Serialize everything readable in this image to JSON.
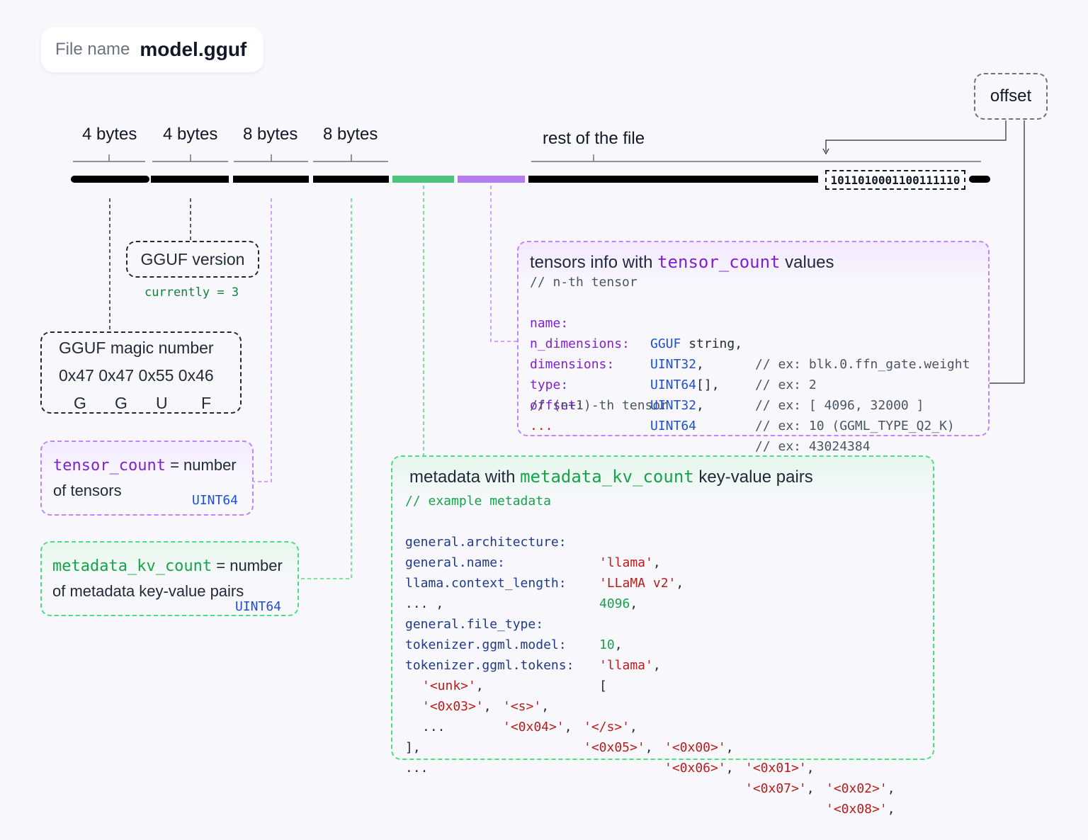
{
  "file": {
    "label": "File name",
    "name": "model.gguf"
  },
  "segments": {
    "sizes": [
      "4 bytes",
      "4 bytes",
      "8 bytes",
      "8 bytes"
    ],
    "rest": "rest of the file",
    "offset": "offset",
    "binary": "1011010001100111110",
    "colors": {
      "bar": "#000000",
      "metadata": "#4cc27a",
      "tensors": "#b57cf0"
    }
  },
  "version": {
    "title": "GGUF version",
    "note": "currently = 3"
  },
  "magic": {
    "title": "GGUF magic number",
    "hex": "0x47 0x47 0x55 0x46",
    "chars": [
      "G",
      "G",
      "U",
      "F"
    ]
  },
  "tensor_count": {
    "code": "tensor_count",
    "eq": "= number",
    "rest": "of tensors",
    "type": "UINT64"
  },
  "metadata_kv_count": {
    "code": "metadata_kv_count",
    "eq": "= number",
    "rest": "of metadata key-value pairs",
    "type": "UINT64"
  },
  "tensors_info": {
    "title_pre": "tensors info with",
    "title_code": "tensor_count",
    "title_post": "values",
    "comment_top": "// n-th tensor",
    "rows": [
      {
        "key": "name:",
        "type": "GGUF",
        "type_rest": " string,",
        "comment": "// ex: blk.0.ffn_gate.weight"
      },
      {
        "key": "n_dimensions:",
        "type": "UINT32",
        "type_rest": ",",
        "comment": "// ex: 2"
      },
      {
        "key": "dimensions:",
        "type": "UINT64",
        "type_rest": "[],",
        "comment": "// ex: [ 4096, 32000 ]"
      },
      {
        "key": "type:",
        "type": "UINT32",
        "type_rest": ",",
        "comment": "// ex: 10 (GGML_TYPE_Q2_K)"
      },
      {
        "key": "offset:",
        "type": "UINT64",
        "type_rest": "",
        "comment": "// ex: 43024384"
      }
    ],
    "comment_bottom": "// (n+1)-th tensor",
    "ellipsis": "..."
  },
  "metadata": {
    "title_pre": "metadata with",
    "title_code": "metadata_kv_count",
    "title_post": "key-value pairs",
    "comment": "// example metadata",
    "rows": [
      {
        "key": "general.architecture:",
        "val": "'llama'",
        "sep": ",",
        "kind": "str"
      },
      {
        "key": "general.name:",
        "val": "'LLaMA v2'",
        "sep": ",",
        "kind": "str"
      },
      {
        "key": "llama.context_length:",
        "val": "4096",
        "sep": ",",
        "kind": "num"
      },
      {
        "key": "... ,",
        "val": "",
        "sep": "",
        "kind": "none"
      },
      {
        "key": "general.file_type:",
        "val": "10",
        "sep": ",",
        "kind": "num"
      },
      {
        "key": "tokenizer.ggml.model:",
        "val": "'llama'",
        "sep": ",",
        "kind": "str"
      },
      {
        "key": "tokenizer.ggml.tokens:",
        "val": "",
        "sep": "[",
        "kind": "open"
      }
    ],
    "tokens_row1": [
      "'<unk>'",
      "'<s>'",
      "'</s>'",
      "'<0x00>'",
      "'<0x01>'",
      "'<0x02>'"
    ],
    "tokens_row2": [
      "'<0x03>'",
      "'<0x04>'",
      "'<0x05>'",
      "'<0x06>'",
      "'<0x07>'",
      "'<0x08>'"
    ],
    "tokens_ellipsis": "...",
    "close": "],",
    "end": "..."
  }
}
